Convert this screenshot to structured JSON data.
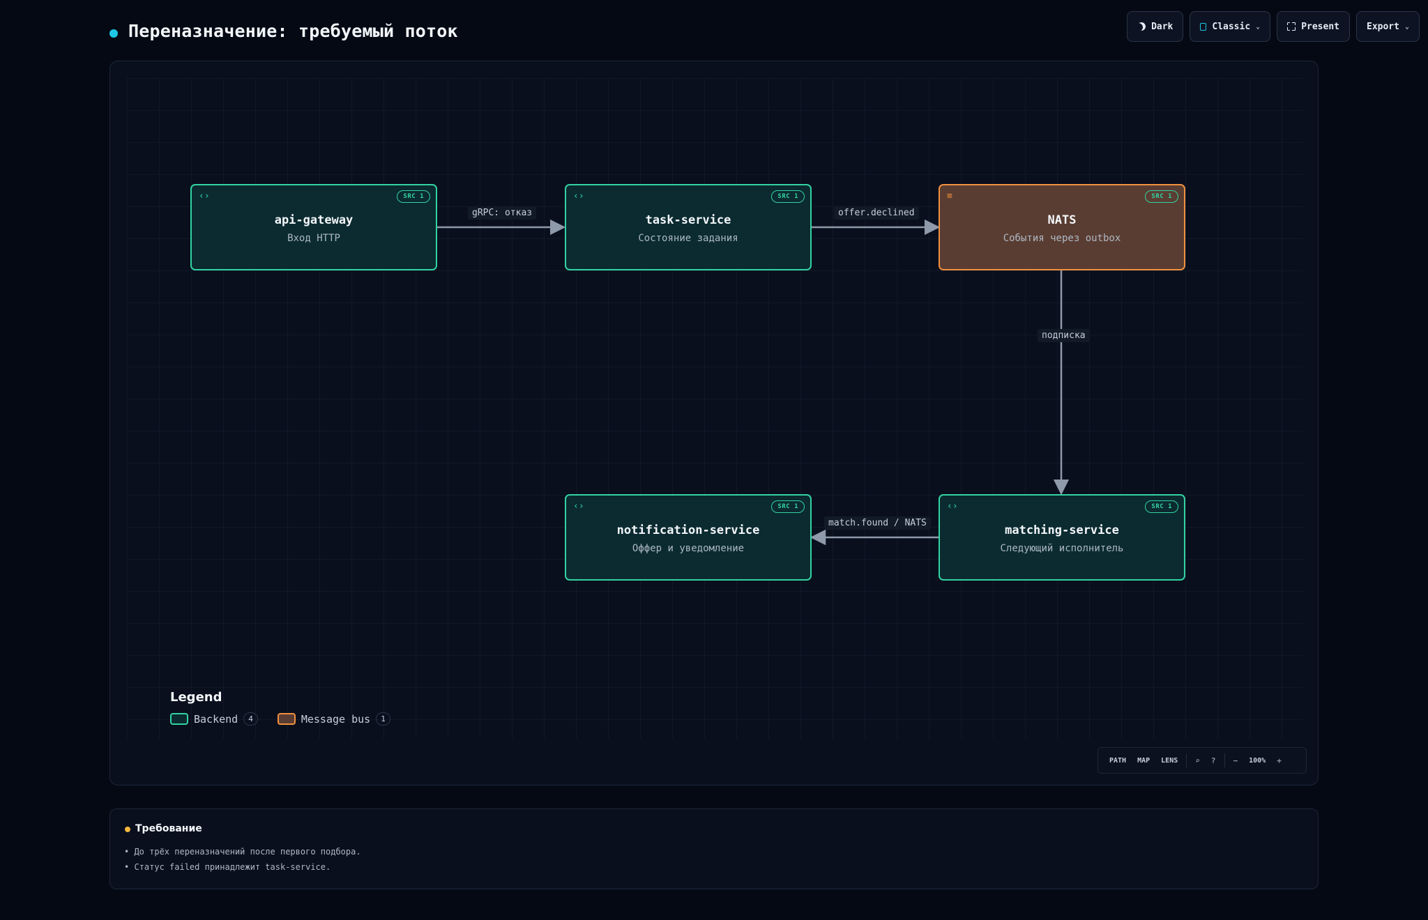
{
  "header": {
    "title": "Переназначение: требуемый поток",
    "buttons": {
      "theme": "Dark",
      "style": "Classic",
      "present": "Present",
      "export": "Export"
    }
  },
  "diagram": {
    "nodes": [
      {
        "id": "api-gateway",
        "title": "api-gateway",
        "subtitle": "Вход HTTP",
        "badge": "SRC 1",
        "kind": "backend",
        "icon": "code-icon"
      },
      {
        "id": "task-service",
        "title": "task-service",
        "subtitle": "Состояние задания",
        "badge": "SRC 1",
        "kind": "backend",
        "icon": "code-icon"
      },
      {
        "id": "nats",
        "title": "NATS",
        "subtitle": "События через outbox",
        "badge": "SRC 1",
        "kind": "bus",
        "icon": "menu-icon"
      },
      {
        "id": "matching-service",
        "title": "matching-service",
        "subtitle": "Следующий исполнитель",
        "badge": "SRC 1",
        "kind": "backend",
        "icon": "code-icon"
      },
      {
        "id": "notification-service",
        "title": "notification-service",
        "subtitle": "Оффер и уведомление",
        "badge": "SRC 1",
        "kind": "backend",
        "icon": "code-icon"
      }
    ],
    "edges": [
      {
        "from": "api-gateway",
        "to": "task-service",
        "label": "gRPC: отказ"
      },
      {
        "from": "task-service",
        "to": "nats",
        "label": "offer.declined"
      },
      {
        "from": "nats",
        "to": "matching-service",
        "label": "подписка"
      },
      {
        "from": "matching-service",
        "to": "notification-service",
        "label": "match.found / NATS"
      }
    ]
  },
  "legend": {
    "title": "Legend",
    "items": [
      {
        "label": "Backend",
        "count": "4"
      },
      {
        "label": "Message bus",
        "count": "1"
      }
    ]
  },
  "controls": {
    "path": "PATH",
    "map": "MAP",
    "lens": "LENS",
    "zoom": "100%",
    "minus": "−",
    "plus": "+"
  },
  "requirement": {
    "title": "Требование",
    "items": [
      "До трёх переназначений после первого подбора.",
      "Статус failed принадлежит task-service."
    ]
  },
  "colors": {
    "accent": "#1fc7e6",
    "backend_border": "#33d3a3",
    "backend_fill": "#0b2b30",
    "bus_border": "#f0913e",
    "bus_fill": "#5a3d32",
    "requirement_dot": "#f6b73c"
  }
}
